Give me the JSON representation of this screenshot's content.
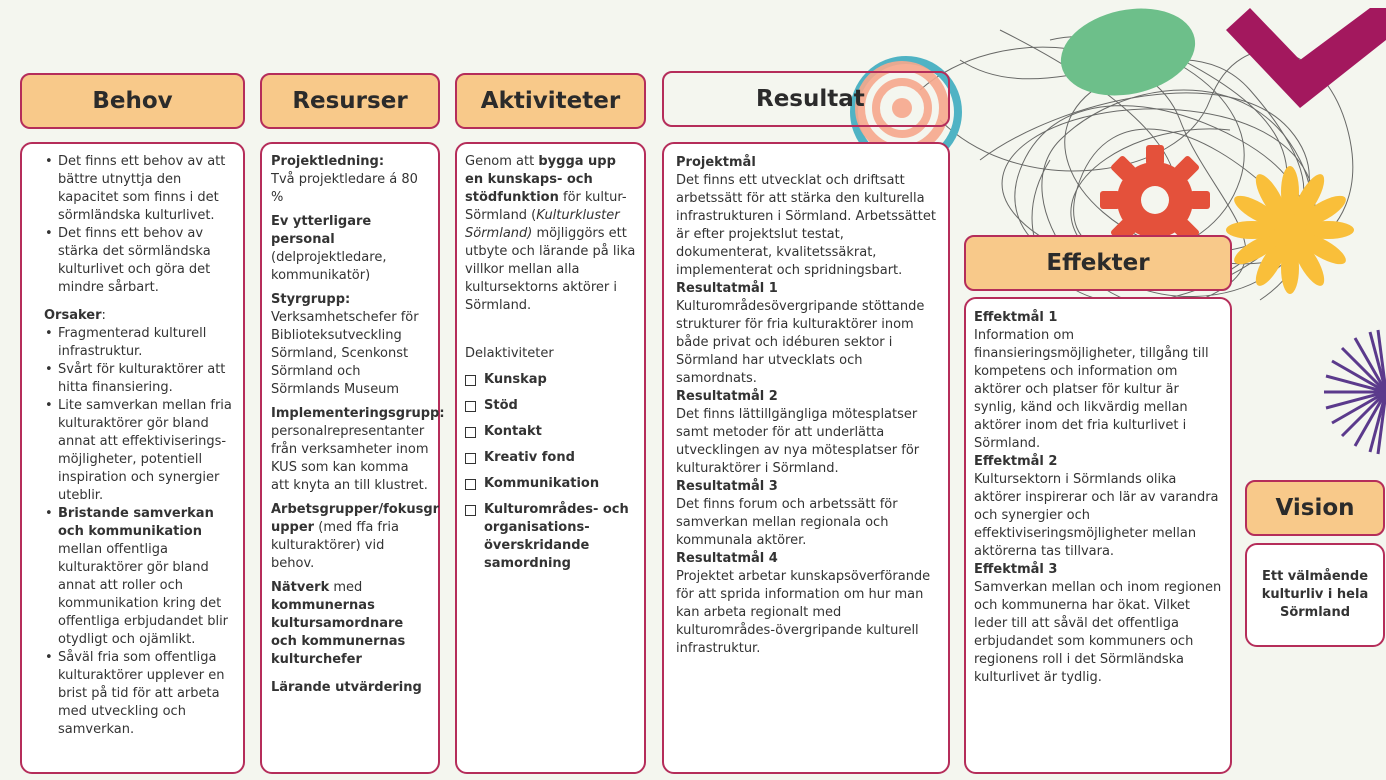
{
  "headers": {
    "behov": "Behov",
    "resurser": "Resurser",
    "aktiviteter": "Aktiviteter",
    "resultat": "Resultat",
    "effekter": "Effekter",
    "vision": "Vision"
  },
  "behov": {
    "needs": [
      "Det finns ett behov av att bättre utnyttja den kapacitet som finns i det sörmländska kulturlivet.",
      "Det finns ett behov av stärka det sörmländska kulturlivet och göra det mindre sårbart."
    ],
    "causes_label": "Orsaker",
    "causes_colon": ":",
    "causes": [
      "Fragmenterad kulturell infrastruktur.",
      "Svårt för kulturaktörer att hitta finansiering.",
      "Lite samverkan mellan fria kulturaktörer gör bland annat att effektiviserings-möjligheter, potentiell inspiration och synergier uteblir."
    ],
    "cause_bold_lead": "Bristande samverkan och kommunikation",
    "cause_bold_rest": " mellan offentliga kulturaktörer gör bland annat att roller och kommunikation kring det offentliga erbjudandet blir otydligt och ojämlikt.",
    "cause_last": "Såväl fria som offentliga kulturaktörer upplever en brist på tid för att arbeta med utveckling och samverkan."
  },
  "resurser": {
    "projektledning_label": "Projektledning:",
    "projektledning_text": "Två projektledare á 80 %",
    "personal_label": "Ev ytterligare personal",
    "personal_text": "(delprojektledare, kommunikatör)",
    "styrgrupp_label": "Styrgrupp:",
    "styrgrupp_text": "Verksamhetschefer för Biblioteksutveckling Sörmland, Scenkonst Sörmland och Sörmlands Museum",
    "impl_label": "Implementeringsgrupp:",
    "impl_text": "personalrepresentanter från verksamheter inom KUS som kan komma att knyta an till klustret.",
    "arbets_label": "Arbetsgrupper/fokusgr upper",
    "arbets_text": " (med ffa fria kulturaktörer) vid behov.",
    "natverk_label": "Nätverk",
    "natverk_text": " med ",
    "natverk_bold": "kommunernas kultursamordnare och kommunernas kulturchefer",
    "larande": "Lärande utvärdering"
  },
  "aktiviteter": {
    "intro_1": "Genom att ",
    "intro_bold": "bygga upp en kunskaps- och stödfunktion",
    "intro_2": " för kultur-Sörmland (",
    "intro_italic": "Kulturkluster Sörmland)",
    "intro_3": " möjliggörs ett utbyte och lärande på lika villkor mellan alla kultursektorns aktörer i Sörmland.",
    "delaktiviteter_label": "Delaktiviteter",
    "items": [
      "Kunskap",
      "Stöd",
      "Kontakt",
      "Kreativ fond",
      "Kommunikation",
      "Kulturområdes- och organisations-överskridande samordning"
    ]
  },
  "resultat": {
    "goals": [
      {
        "title": "Projektmål",
        "text": "Det finns ett utvecklat och driftsatt arbetssätt för att stärka den kulturella infrastrukturen i Sörmland. Arbetssättet är efter projektslut testat, dokumenterat, kvalitetssäkrat, implementerat och spridningsbart."
      },
      {
        "title": "Resultatmål 1",
        "text": "Kulturområdesövergripande stöttande strukturer för fria kulturaktörer inom både privat och idéburen sektor i Sörmland har utvecklats och samordnats."
      },
      {
        "title": "Resultatmål 2",
        "text": "Det finns lättillgängliga mötesplatser samt metoder för att underlätta utvecklingen av nya mötesplatser för kulturaktörer i Sörmland."
      },
      {
        "title": "Resultatmål 3",
        "text": "Det finns forum och arbetssätt för samverkan mellan regionala och kommunala aktörer."
      },
      {
        "title": "Resultatmål 4",
        "text": "Projektet arbetar kunskapsöverförande för att sprida information om hur man kan arbeta regionalt med kulturområdes-övergripande kulturell infrastruktur."
      }
    ]
  },
  "effekter": {
    "goals": [
      {
        "title": "Effektmål 1",
        "text": "Information om finansieringsmöjligheter, tillgång till kompetens och information om aktörer och platser för kultur är synlig, känd och likvärdig mellan aktörer inom det fria kulturlivet i Sörmland."
      },
      {
        "title": "Effektmål 2",
        "text": "Kultursektorn i Sörmlands olika aktörer inspirerar och lär av varandra och synergier och effektiviseringsmöjligheter mellan aktörerna tas tillvara."
      },
      {
        "title": "Effektmål 3",
        "text": "Samverkan mellan och inom regionen och kommunerna har ökat. Vilket leder till att såväl det offentliga erbjudandet som kommuners och regionens roll i det Sörmländska kulturlivet är tydlig."
      }
    ]
  },
  "vision": {
    "text": "Ett välmående kulturliv i hela Sörmland"
  },
  "colors": {
    "border": "#b52d5a",
    "header_fill": "#f8c98a",
    "background": "#f4f6ef",
    "green": "#6dbf8a",
    "magenta": "#a3185e",
    "red": "#e4513b",
    "yellow": "#f9bf3a",
    "teal": "#4fb3c4",
    "purple": "#5b3a8c"
  }
}
